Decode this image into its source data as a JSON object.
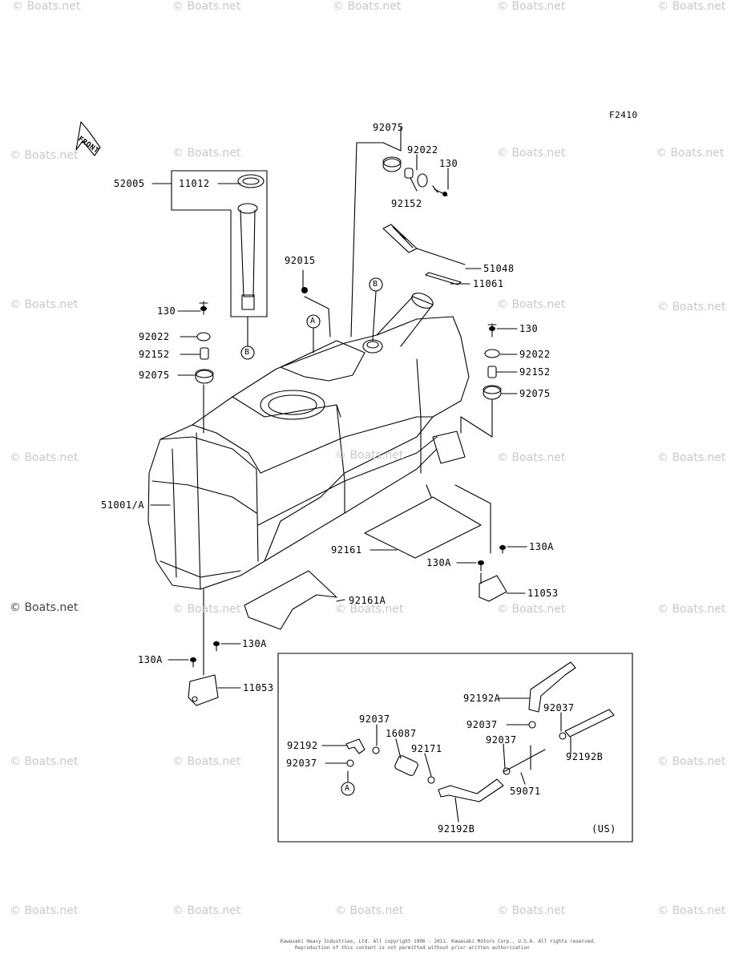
{
  "figure_code": "F2410",
  "front_label": "FRONT",
  "region_label": "(US)",
  "watermark": "© Boats.net",
  "copyright_line_1": "Kawasaki Heavy Industries, Ltd. All copyright 1996 - 2011. Kawasaki Motors Corp., U.S.A. All rights reserved.",
  "copyright_line_2": "Reproduction of this content is not permitted without prior written authorization",
  "labels": {
    "p92075_top": "92075",
    "p92022_top": "92022",
    "p130_top": "130",
    "p92152_top": "92152",
    "p52005": "52005",
    "p11012": "11012",
    "p51048": "51048",
    "p92015": "92015",
    "p11061": "11061",
    "p130_left": "130",
    "p92022_left": "92022",
    "p92152_left": "92152",
    "p92075_left": "92075",
    "p130_right": "130",
    "p92022_right": "92022",
    "p92152_right": "92152",
    "p92075_right": "92075",
    "p51001": "51001/A",
    "p92161": "92161",
    "p130A_mid": "130A",
    "p130A_right": "130A",
    "p11053_right": "11053",
    "p92161A": "92161A",
    "p130A_low": "130A",
    "p130A_lowleft": "130A",
    "p11053_low": "11053",
    "p92192A": "92192A",
    "p92037_a": "92037",
    "p16087": "16087",
    "p92037_b": "92037",
    "p92037_c": "92037",
    "p92192": "92192",
    "p92171": "92171",
    "p92037_d": "92037",
    "p92037_e": "92037",
    "p92192B_right": "92192B",
    "p59071": "59071",
    "p92192B_bottom": "92192B"
  },
  "callouts": {
    "A": "A",
    "B": "B"
  }
}
